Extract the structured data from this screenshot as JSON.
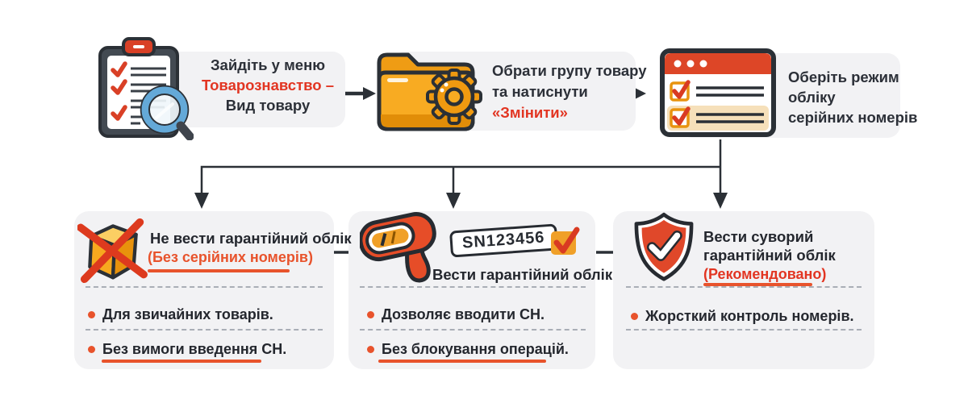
{
  "colors": {
    "accent_red": "#e23522",
    "accent_orange": "#e8532c",
    "dark_text": "#24272e",
    "outline_dark": "#2b3036",
    "card_background": "#f2f2f4",
    "folder_orange": "#f6a71f",
    "tan_highlight": "#f6e0ba",
    "magnifier_blue": "#64a9d8"
  },
  "flow": {
    "steps": [
      {
        "icon": "clipboard-checklist-magnifier-icon",
        "lines": [
          "Зайдіть у меню",
          "Товарознавство –",
          "Вид товару"
        ]
      },
      {
        "icon": "folder-gear-icon",
        "lines": [
          "Обрати групу товару",
          "та натиснути",
          "«Змінити»"
        ]
      },
      {
        "icon": "browser-checklist-icon",
        "lines": [
          "Оберіть режим",
          "обліку",
          "серійних номерів"
        ]
      }
    ]
  },
  "options": [
    {
      "icon": "crossed-box-icon",
      "title": "Не вести гарантійний облік",
      "subtitle": "(Без серійних номерів)",
      "bullets": [
        "Для звичайних товарів.",
        "Без вимоги введення СН."
      ]
    },
    {
      "icon": "barcode-scanner-icon",
      "serial_tag": "SN123456",
      "title": "Вести гарантійний облік",
      "bullets": [
        "Дозволяє вводити СН.",
        "Без блокування операцій."
      ]
    },
    {
      "icon": "shield-check-icon",
      "title_line1": "Вести суворий",
      "title_line2": "гарантійний облік",
      "subtitle": "(Рекомендовано)",
      "bullets": [
        "Жорсткий контроль номерів."
      ]
    }
  ]
}
